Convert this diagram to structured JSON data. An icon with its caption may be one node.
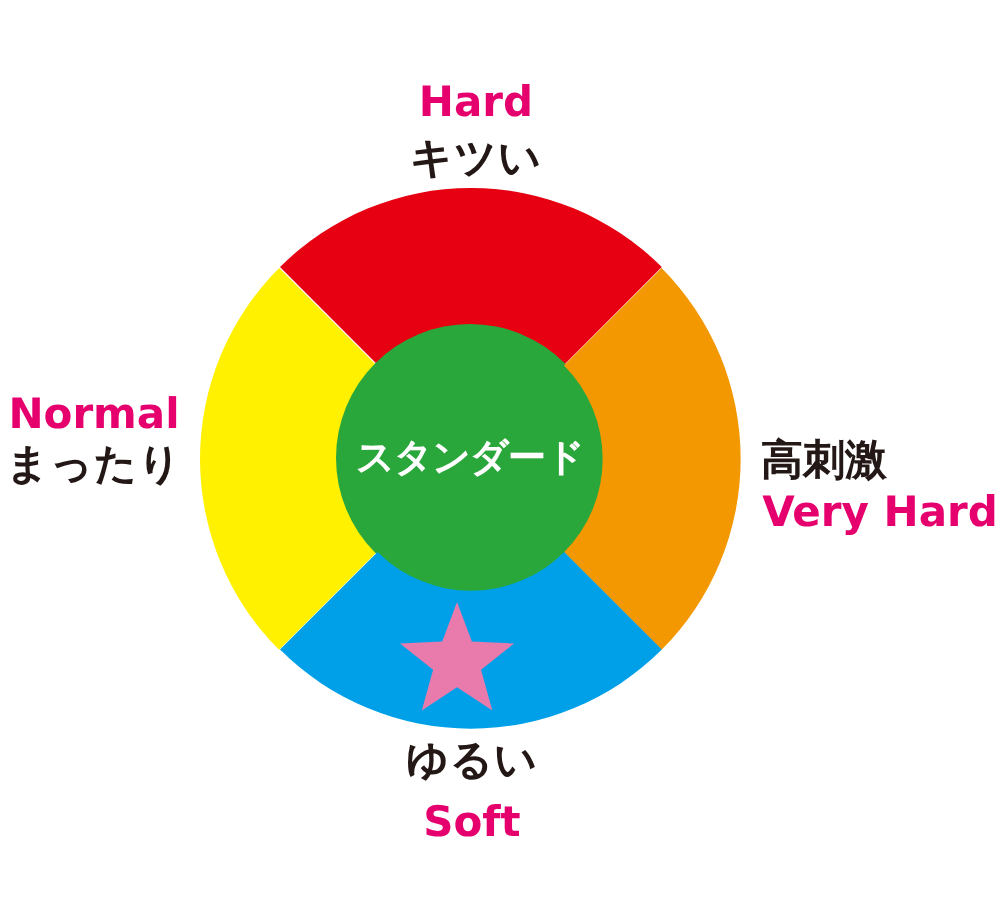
{
  "diagram": {
    "nodes": [
      {
        "text": [
          "Hard",
          "キツい"
        ]
      },
      {
        "text": [
          "Normal",
          "まったり"
        ]
      },
      {
        "text": [
          "スタンダード"
        ]
      },
      {
        "text": [
          "高刺激",
          "Very Hard"
        ]
      },
      {
        "text": [
          "ゆるい",
          "Soft"
        ]
      },
      {
        "text": [],
        "shape": "star",
        "in": 4
      }
    ]
  }
}
